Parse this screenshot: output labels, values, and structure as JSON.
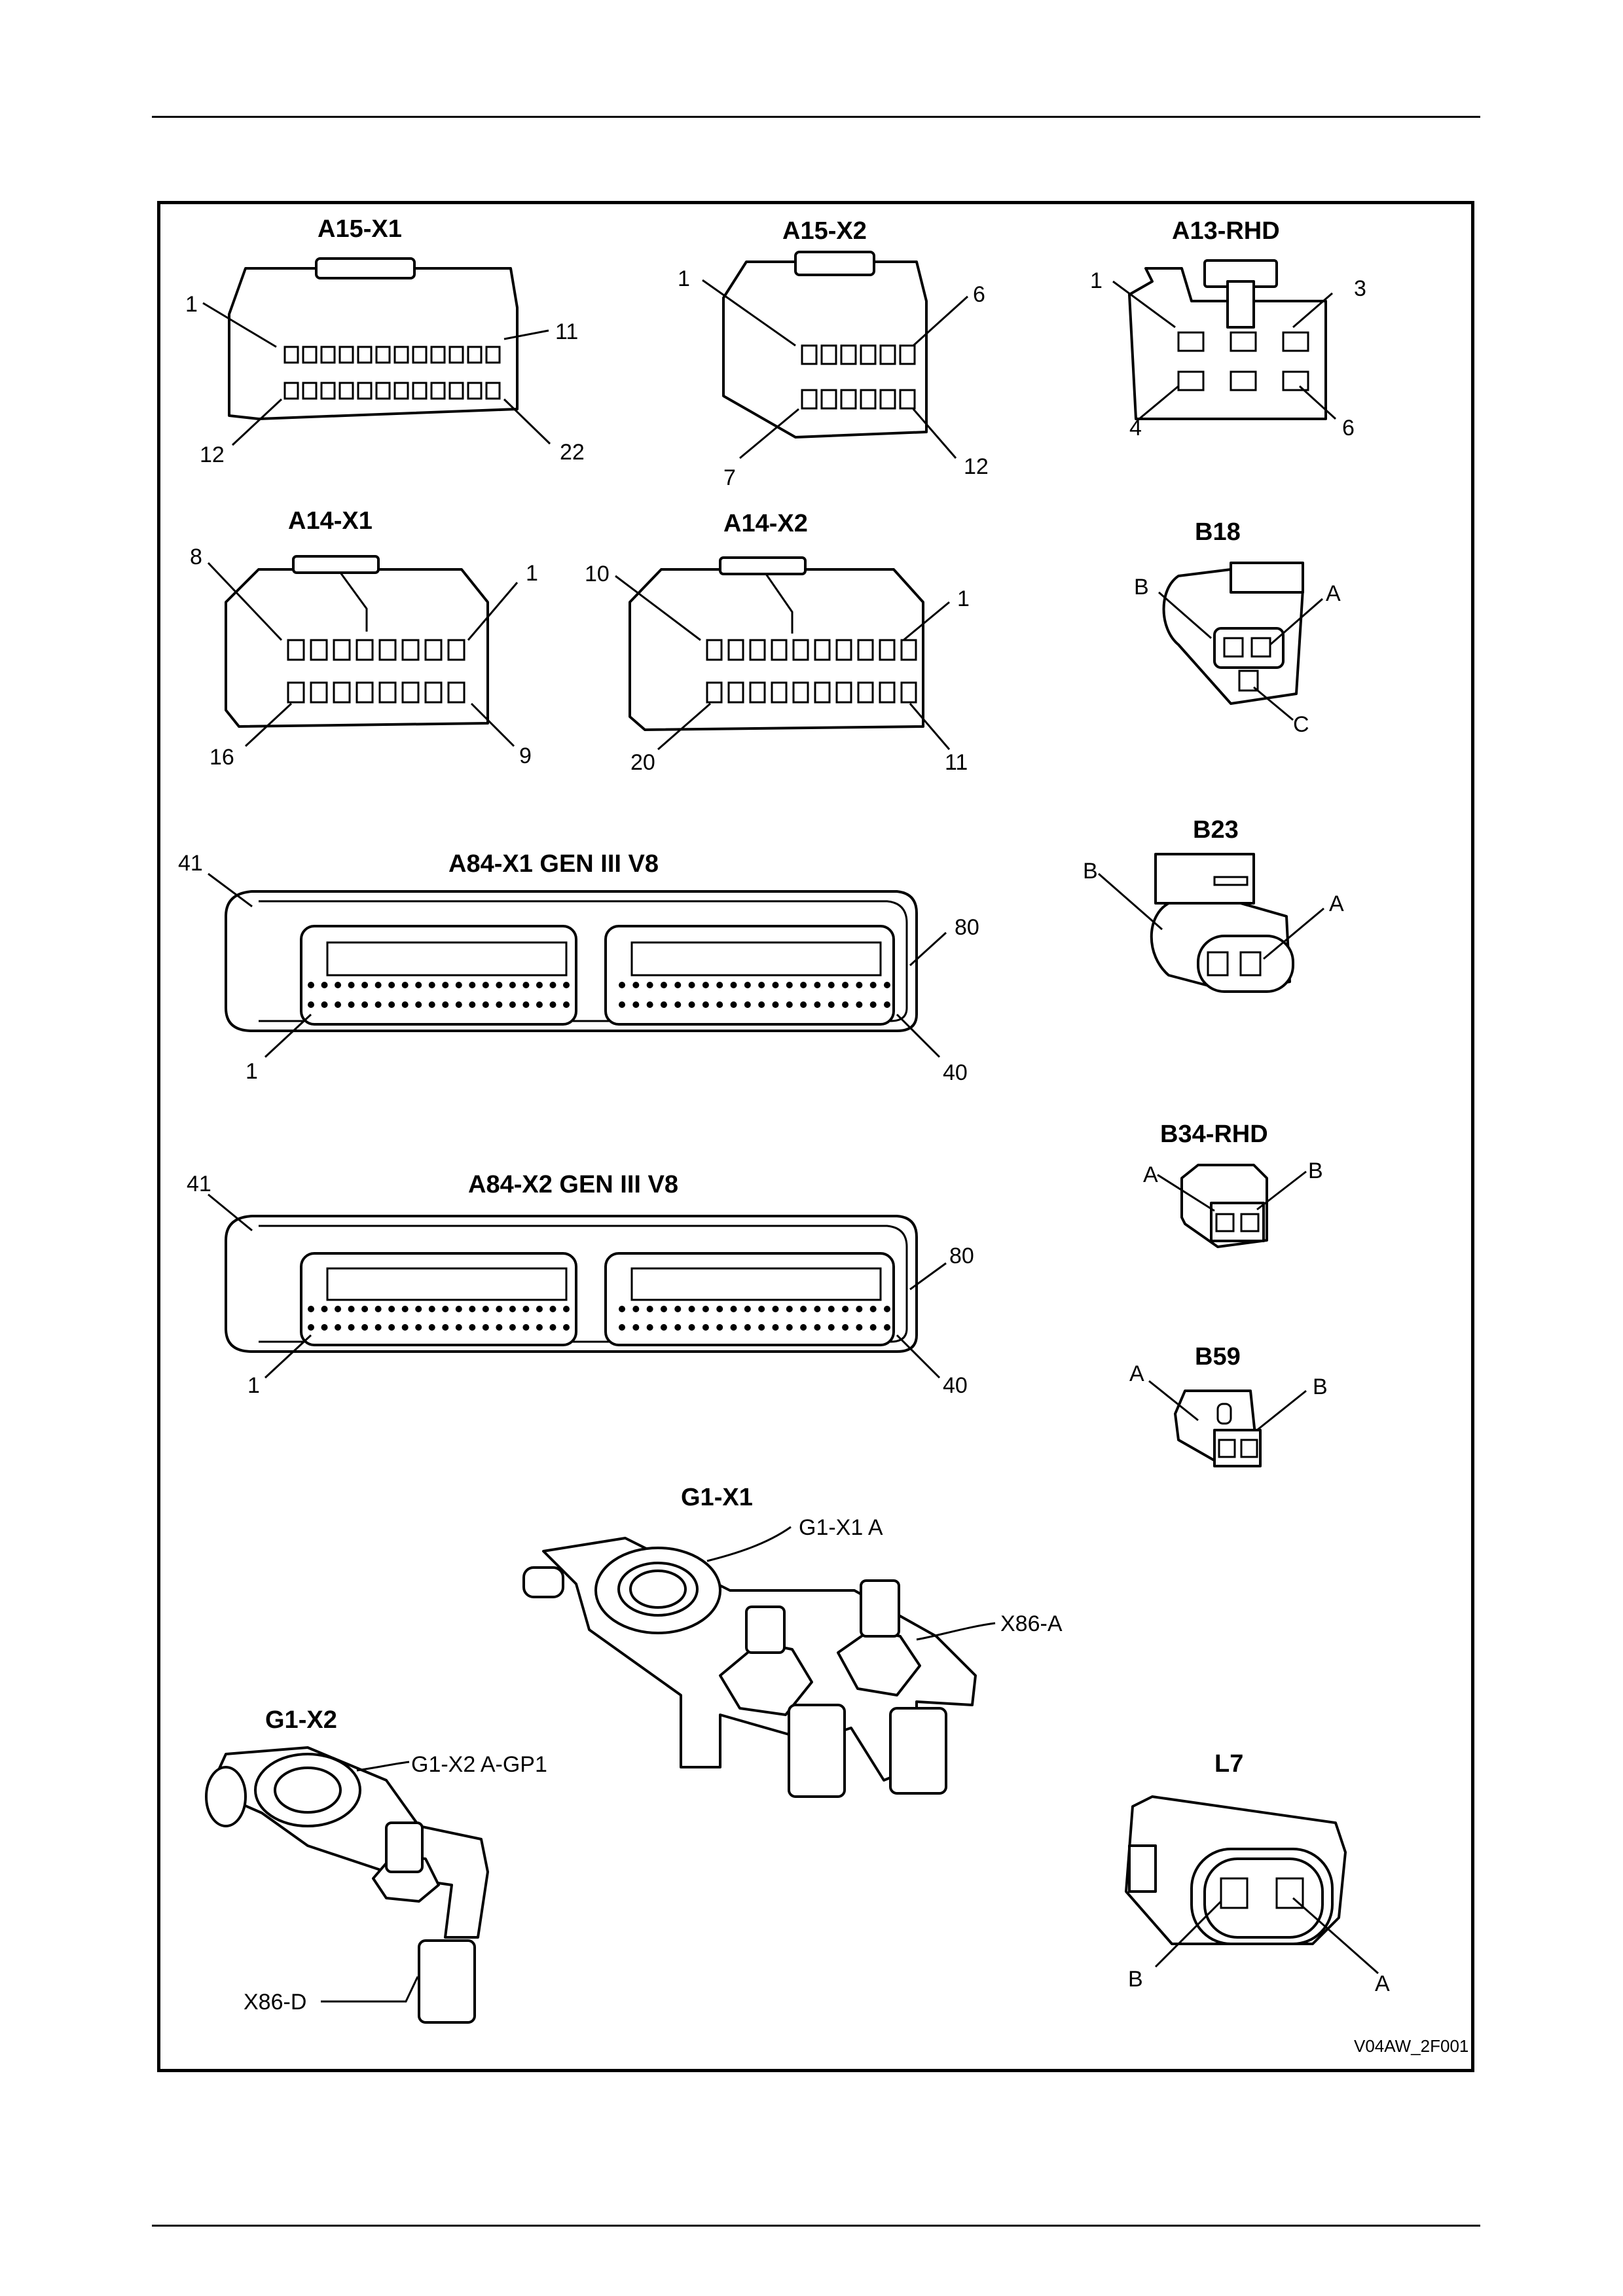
{
  "diagram_code": "V04AW_2F001",
  "connectors": {
    "a15x1": {
      "title": "A15-X1",
      "pins": [
        "1",
        "11",
        "12",
        "22"
      ]
    },
    "a15x2": {
      "title": "A15-X2",
      "pins": [
        "1",
        "6",
        "7",
        "12"
      ]
    },
    "a13rhd": {
      "title": "A13-RHD",
      "pins": [
        "1",
        "3",
        "4",
        "6"
      ]
    },
    "a14x1": {
      "title": "A14-X1",
      "pins": [
        "8",
        "1",
        "16",
        "9"
      ]
    },
    "a14x2": {
      "title": "A14-X2",
      "pins": [
        "10",
        "1",
        "20",
        "11"
      ]
    },
    "b18": {
      "title": "B18",
      "pins": [
        "B",
        "A",
        "C"
      ]
    },
    "a84x1": {
      "title": "A84-X1 GEN III V8",
      "pins": [
        "41",
        "80",
        "1",
        "40"
      ]
    },
    "b23": {
      "title": "B23",
      "pins": [
        "B",
        "A"
      ]
    },
    "b34rhd": {
      "title": "B34-RHD",
      "pins": [
        "A",
        "B"
      ]
    },
    "a84x2": {
      "title": "A84-X2 GEN III V8",
      "pins": [
        "41",
        "80",
        "1",
        "40"
      ]
    },
    "b59": {
      "title": "B59",
      "pins": [
        "A",
        "B"
      ]
    },
    "g1x1": {
      "title": "G1-X1",
      "callouts": [
        "G1-X1 A",
        "X86-A"
      ]
    },
    "g1x2": {
      "title": "G1-X2",
      "callouts": [
        "G1-X2 A-GP1",
        "X86-D"
      ]
    },
    "l7": {
      "title": "L7",
      "pins": [
        "B",
        "A"
      ]
    }
  }
}
